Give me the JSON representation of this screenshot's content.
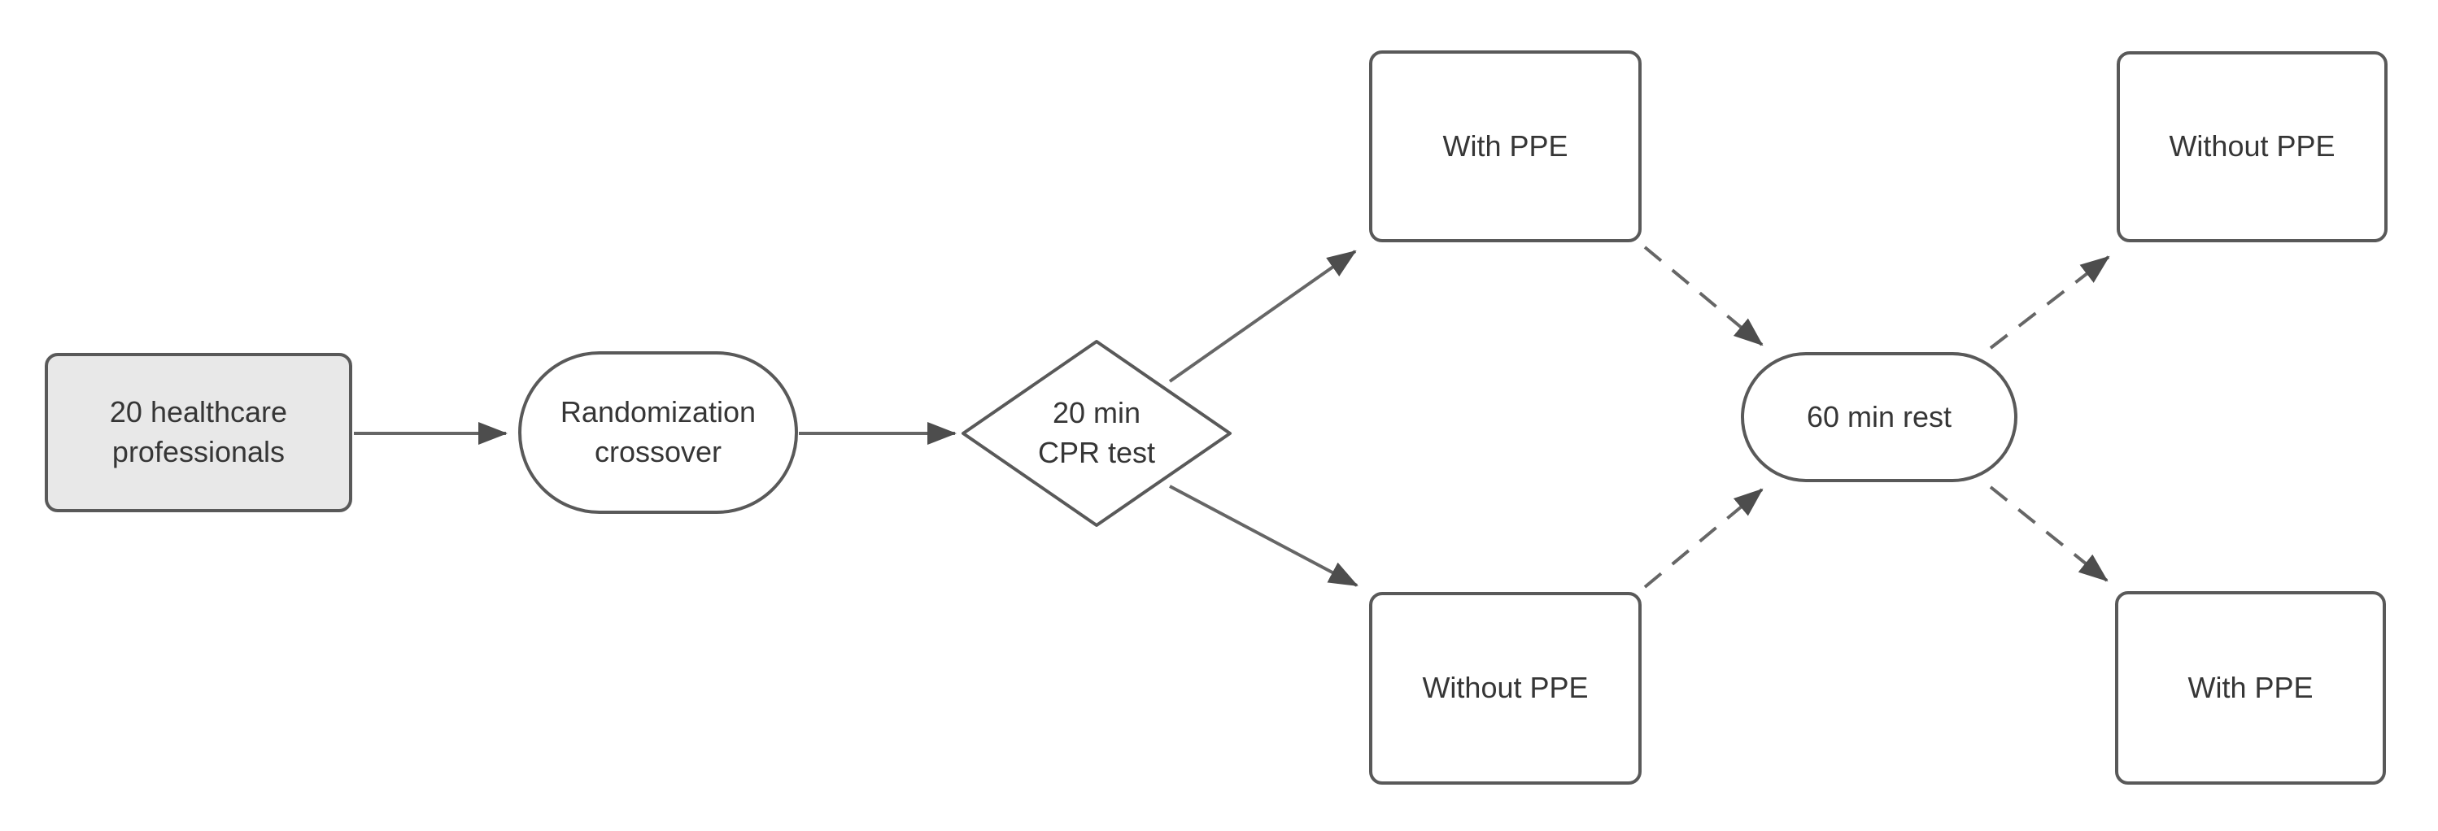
{
  "diagram": {
    "type": "flowchart",
    "background": "#ffffff",
    "nodes": {
      "participants": {
        "label": "20 healthcare\nprofessionals",
        "shape": "rounded-rectangle",
        "fill": "#e8e8e8"
      },
      "randomization": {
        "label": "Randomization\ncrossover",
        "shape": "stadium",
        "fill": "#ffffff"
      },
      "cpr_test": {
        "label": "20 min\nCPR test",
        "shape": "diamond",
        "fill": "#ffffff"
      },
      "phase1_with_ppe": {
        "label": "With PPE",
        "shape": "rounded-rectangle",
        "fill": "#ffffff"
      },
      "phase1_without_ppe": {
        "label": "Without PPE",
        "shape": "rounded-rectangle",
        "fill": "#ffffff"
      },
      "rest": {
        "label": "60 min rest",
        "shape": "stadium",
        "fill": "#ffffff"
      },
      "phase2_without_ppe": {
        "label": "Without PPE",
        "shape": "rounded-rectangle",
        "fill": "#ffffff"
      },
      "phase2_with_ppe": {
        "label": "With PPE",
        "shape": "rounded-rectangle",
        "fill": "#ffffff"
      }
    },
    "edges": [
      {
        "from": "participants",
        "to": "randomization",
        "style": "solid"
      },
      {
        "from": "randomization",
        "to": "cpr_test",
        "style": "solid"
      },
      {
        "from": "cpr_test",
        "to": "phase1_with_ppe",
        "style": "solid"
      },
      {
        "from": "cpr_test",
        "to": "phase1_without_ppe",
        "style": "solid"
      },
      {
        "from": "phase1_with_ppe",
        "to": "rest",
        "style": "dashed"
      },
      {
        "from": "phase1_without_ppe",
        "to": "rest",
        "style": "dashed"
      },
      {
        "from": "rest",
        "to": "phase2_without_ppe",
        "style": "dashed"
      },
      {
        "from": "rest",
        "to": "phase2_with_ppe",
        "style": "dashed"
      }
    ],
    "colors": {
      "node_border": "#595959",
      "edge_line": "#666666",
      "arrowhead": "#4d4d4d",
      "text": "#363636",
      "start_node_fill": "#e8e8e8"
    }
  }
}
